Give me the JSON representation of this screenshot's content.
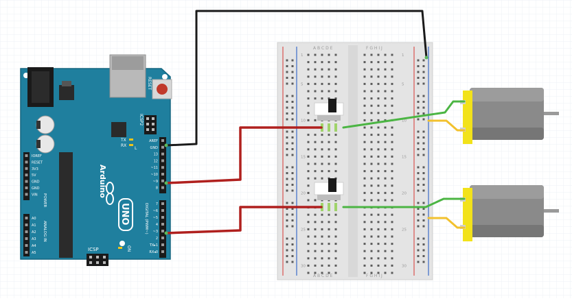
{
  "colors": {
    "background_grid": "#eef1f5",
    "arduino_board": "#1f7f9e",
    "arduino_board_dark": "#17647d",
    "breadboard": "#e6e6e6",
    "wire_black": "#1a1a1a",
    "wire_red": "#b0201e",
    "wire_green": "#4bb543",
    "wire_yellow": "#f2c12e",
    "motor_body": "#8a8a8a",
    "motor_cap": "#f2e21a",
    "switch_body": "#ffffff",
    "rail_red": "#d9534f",
    "rail_blue": "#3b6bc8"
  },
  "arduino": {
    "brand": "Arduino",
    "model": "UNO",
    "reset_label": "RESET",
    "icsp2_label": "ICSP2",
    "icsp_label": "ICSP",
    "tx_label": "TX",
    "rx_label": "RX",
    "l_label": "L",
    "on_label": "ON",
    "digital_label": "DIGITAL (PWM~)",
    "power_label": "POWER",
    "analog_label": "ANALOG IN",
    "digital_pins_top": [
      "AREF",
      "GND",
      "13",
      "12",
      "~11",
      "~10",
      "~9",
      "8"
    ],
    "digital_pins_bottom": [
      "7",
      "~6",
      "~5",
      "4",
      "~3",
      "2",
      "TX▸1",
      "RX◂0"
    ],
    "power_pins": [
      "IOREF",
      "RESET",
      "3V3",
      "5V",
      "GND",
      "GND",
      "VIN"
    ],
    "analog_pins": [
      "A0",
      "A1",
      "A2",
      "A3",
      "A4",
      "A5"
    ]
  },
  "breadboard": {
    "column_letters_left": "A B C D E",
    "column_letters_right": "F G H I J",
    "row_numbers": [
      "1",
      "5",
      "10",
      "15",
      "20",
      "25",
      "30"
    ]
  },
  "components": {
    "switches": [
      "slide-switch-1",
      "slide-switch-2"
    ],
    "motors": [
      "dc-motor-1",
      "dc-motor-2"
    ]
  }
}
